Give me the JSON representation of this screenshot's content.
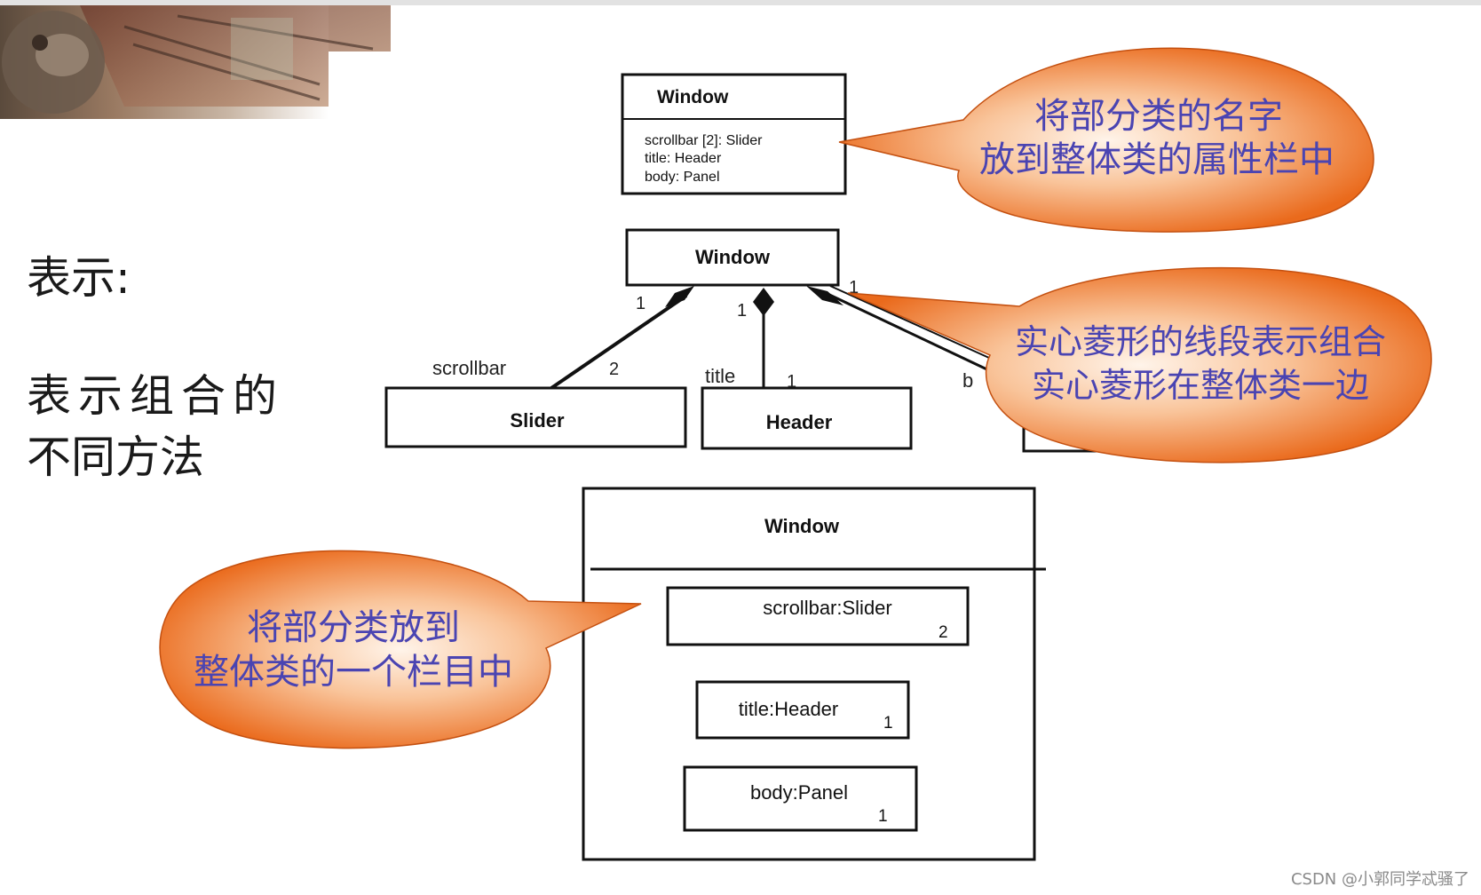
{
  "left_text": {
    "line1": "表示:",
    "line2": "表示组合的",
    "line3": "不同方法"
  },
  "diagram_top": {
    "class_name": "Window",
    "attributes": [
      "scrollbar [2]: Slider",
      "title: Header",
      "body: Panel"
    ]
  },
  "diagram_middle": {
    "whole": "Window",
    "parts": [
      {
        "name": "Slider",
        "role": "scrollbar",
        "whole_mult": "1",
        "part_mult": "2"
      },
      {
        "name": "Header",
        "role": "title",
        "whole_mult": "1",
        "part_mult": "1"
      },
      {
        "name": "",
        "role": "b",
        "whole_mult": "1",
        "part_mult": ""
      }
    ]
  },
  "diagram_bottom": {
    "class_name": "Window",
    "parts": [
      {
        "label": "scrollbar:Slider",
        "mult": "2"
      },
      {
        "label": "title:Header",
        "mult": "1"
      },
      {
        "label": "body:Panel",
        "mult": "1"
      }
    ]
  },
  "callouts": {
    "top": [
      "将部分类的名字",
      "放到整体类的属性栏中"
    ],
    "middle": [
      "实心菱形的线段表示组合",
      "实心菱形在整体类一边"
    ],
    "bottom": [
      "将部分类放到",
      "整体类的一个栏目中"
    ]
  },
  "colors": {
    "callout_center": "#fff1e6",
    "callout_edge": "#ee6f22",
    "callout_text": "#4a44b2",
    "line": "#111111"
  },
  "watermark": "CSDN @小郭同学忒骚了"
}
